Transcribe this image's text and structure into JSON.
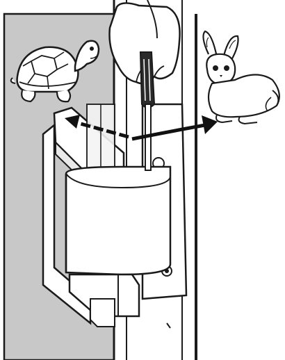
{
  "illustration": {
    "subjects": [
      "door-hinge",
      "hand-with-screwdriver",
      "tortoise",
      "rabbit",
      "adjustment-arrows"
    ],
    "speed_adjustment": {
      "slow_symbol": "tortoise",
      "fast_symbol": "rabbit"
    }
  },
  "colors": {
    "outline": "#1a1a1a",
    "door_fill": "#c8c8c8",
    "frame_fill": "#ffffff",
    "screwdriver_handle": "#2b2b2b",
    "arrow": "#111111",
    "background": "#ffffff"
  }
}
